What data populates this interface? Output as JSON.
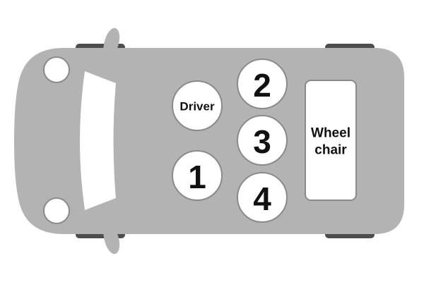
{
  "colors": {
    "background": "#ffffff",
    "car_body": "#b3b3b3",
    "wheels": "#4d4d4d",
    "seat_fill": "#ffffff",
    "seat_stroke": "#8a8a8a",
    "text": "#111111"
  },
  "seats": {
    "driver": "Driver",
    "s1": "1",
    "s2": "2",
    "s3": "3",
    "s4": "4"
  },
  "wheelchair": {
    "line1": "Wheel",
    "line2": "chair"
  }
}
